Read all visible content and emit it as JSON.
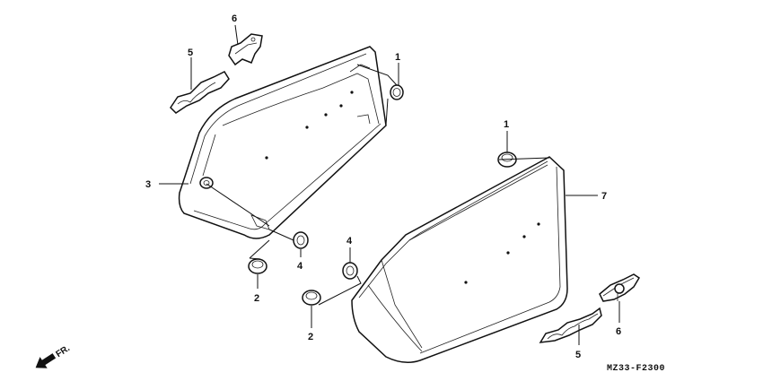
{
  "diagram": {
    "code": "MZ33-F2300",
    "direction_label": "FR.",
    "callouts": [
      {
        "id": "left-6",
        "label": "6"
      },
      {
        "id": "left-5",
        "label": "5"
      },
      {
        "id": "left-1",
        "label": "1"
      },
      {
        "id": "left-3",
        "label": "3"
      },
      {
        "id": "left-4",
        "label": "4"
      },
      {
        "id": "left-2",
        "label": "2"
      },
      {
        "id": "right-1",
        "label": "1"
      },
      {
        "id": "right-7",
        "label": "7"
      },
      {
        "id": "right-4",
        "label": "4"
      },
      {
        "id": "right-2",
        "label": "2"
      },
      {
        "id": "right-5",
        "label": "5"
      },
      {
        "id": "right-6",
        "label": "6"
      }
    ]
  }
}
